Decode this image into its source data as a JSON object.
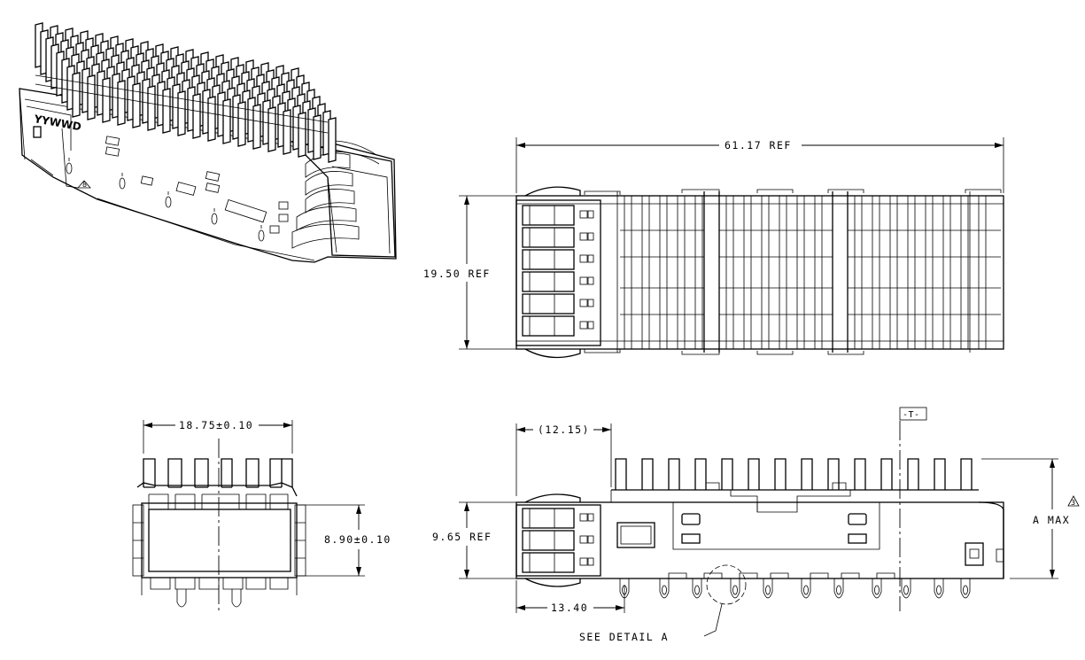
{
  "dimensions": {
    "length_ref": "61.17 REF",
    "height_top_ref": "19.50 REF",
    "front_width": "18.75±0.10",
    "front_height": "8.90±0.10",
    "side_offset": "(12.15)",
    "side_height_ref": "9.65 REF",
    "side_bottom": "13.40",
    "a_max": "A MAX"
  },
  "labels": {
    "datum": "-T-",
    "see_detail": "SEE DETAIL  A",
    "date_code": "YYWWD",
    "note_8": "8",
    "note_3": "3"
  }
}
